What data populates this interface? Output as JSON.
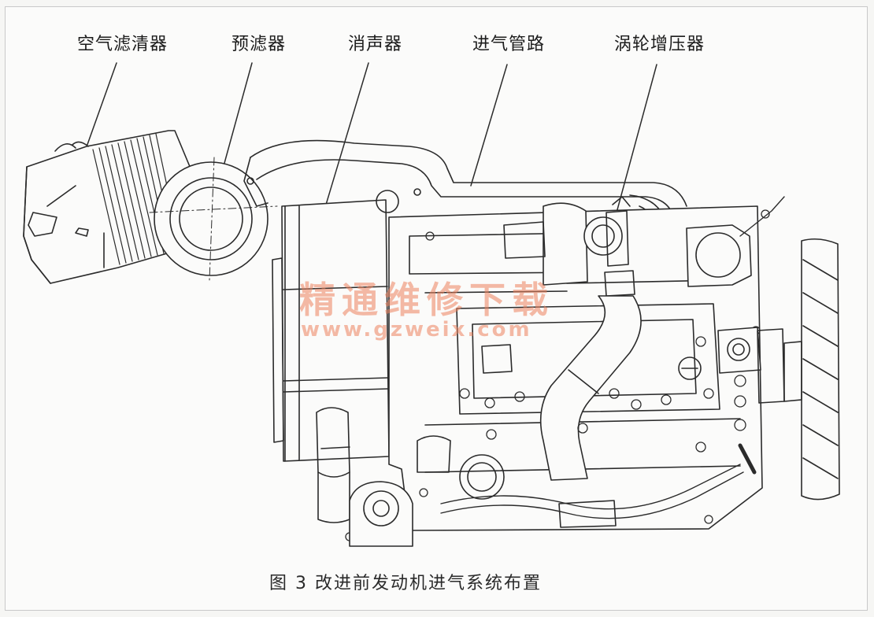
{
  "labels": {
    "air_filter": "空气滤清器",
    "pre_filter": "预滤器",
    "silencer": "消声器",
    "intake_pipe": "进气管路",
    "turbocharger": "涡轮增压器"
  },
  "caption": "图 3  改进前发动机进气系统布置",
  "watermark": {
    "text": "精通维修下载",
    "url": "www.gzweix.com"
  }
}
